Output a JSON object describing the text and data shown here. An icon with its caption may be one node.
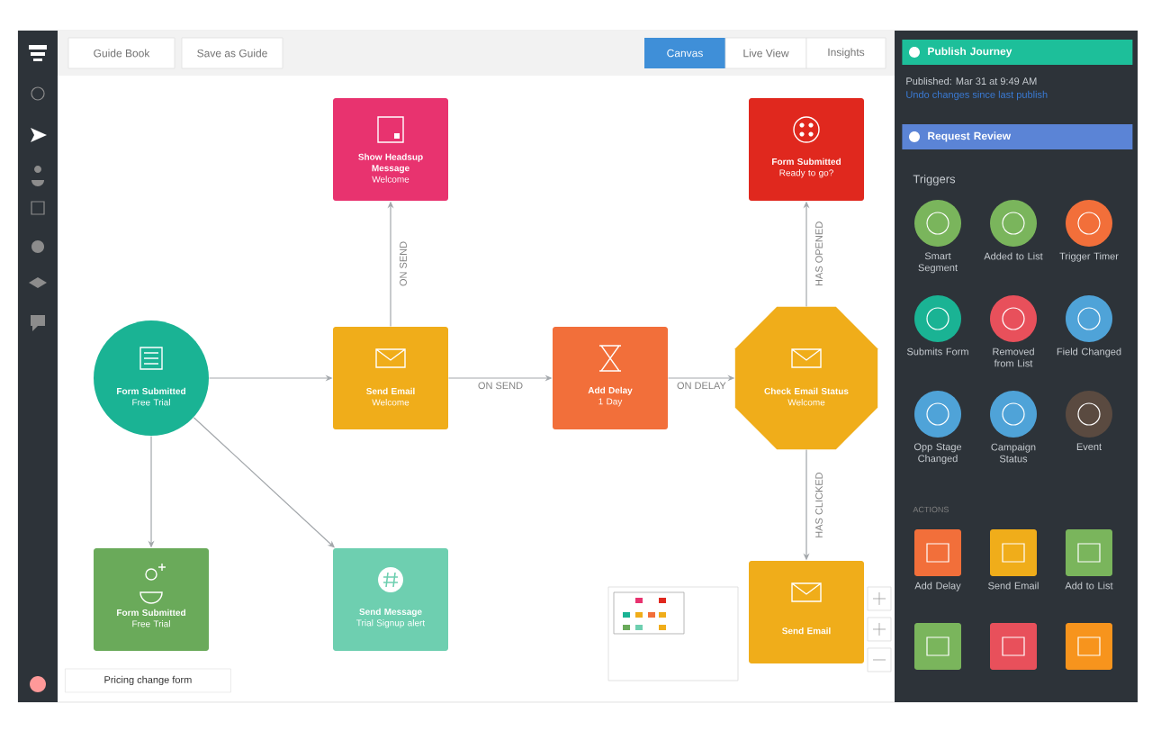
{
  "diagram": {
    "nodes": [
      {
        "text": [
          "Form Submitted",
          "Free Trial"
        ]
      },
      {
        "text": [
          "Show Headsup Message",
          "Welcome"
        ]
      },
      {
        "text": [
          "Send Email",
          "Welcome"
        ]
      },
      {
        "text": [
          "Add Delay",
          "1 Day"
        ]
      },
      {
        "text": [
          "Form Submitted",
          "Ready to go?"
        ]
      },
      {
        "text": [
          "Check Email Status",
          "Welcome"
        ]
      },
      {
        "text": [
          "Form Submitted",
          "Free Trial"
        ]
      },
      {
        "text": [
          "Send Message",
          "Trial Signup alert"
        ]
      },
      {
        "text": [
          "Send Email"
        ]
      }
    ],
    "edges": [
      {
        "from": 0,
        "to": 2,
        "arrow": "to"
      },
      {
        "from": 2,
        "to": 1,
        "arrow": "to",
        "label": "ON SEND"
      },
      {
        "from": 2,
        "to": 3,
        "arrow": "to",
        "label": "ON SEND"
      },
      {
        "from": 3,
        "to": 5,
        "arrow": "to",
        "label": "ON DELAY"
      },
      {
        "from": 5,
        "to": 4,
        "arrow": "to",
        "label": "HAS OPENED"
      },
      {
        "from": 5,
        "to": 8,
        "arrow": "to",
        "label": "HAS CLICKED"
      },
      {
        "from": 0,
        "to": 6,
        "arrow": "to"
      },
      {
        "from": 0,
        "to": 7,
        "arrow": "to"
      }
    ],
    "labels": [
      "Guide Book",
      "Save as Guide",
      "Canvas",
      "Live View",
      "Insights",
      "Publish Journey",
      "Published: Mar 31 at 9:49 AM",
      "Undo changes since last publish",
      "Request Review",
      "Triggers",
      "Smart Segment",
      "Added to List",
      "Trigger Timer",
      "Submits Form",
      "Removed from List",
      "Field Changed",
      "Opp Stage Changed",
      "Campaign Status",
      "Event",
      "ACTIONS",
      "Add Delay",
      "Send Email",
      "Add to List",
      "Pricing change form"
    ]
  }
}
